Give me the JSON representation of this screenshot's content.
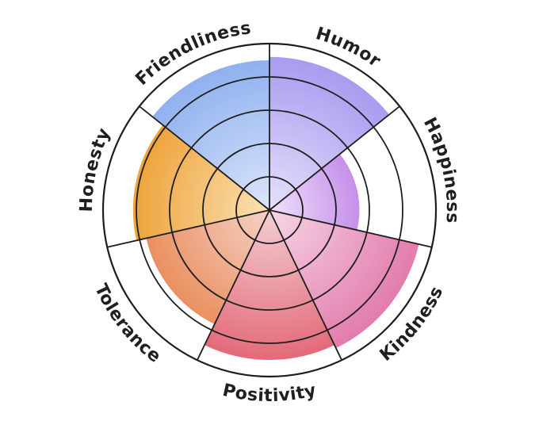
{
  "chart_data": {
    "type": "polar-area",
    "title": "",
    "rlim": [
      0,
      5
    ],
    "grid": true,
    "legend": "none",
    "categories": [
      "Humor",
      "Happiness",
      "Kindness",
      "Positivity",
      "Tolerance",
      "Honesty",
      "Friendliness"
    ],
    "values": [
      4.6,
      2.7,
      4.6,
      4.5,
      3.8,
      4.1,
      4.5
    ],
    "colors": [
      [
        "#e6e1fb",
        "#a99bf0"
      ],
      [
        "#efe1fb",
        "#c690ea"
      ],
      [
        "#f7d7e6",
        "#e27cad"
      ],
      [
        "#f3cfd3",
        "#e46a79"
      ],
      [
        "#f5d2c7",
        "#ea9060"
      ],
      [
        "#fbe2b4",
        "#eea33c"
      ],
      [
        "#dde6fb",
        "#8fb1ef"
      ]
    ]
  }
}
